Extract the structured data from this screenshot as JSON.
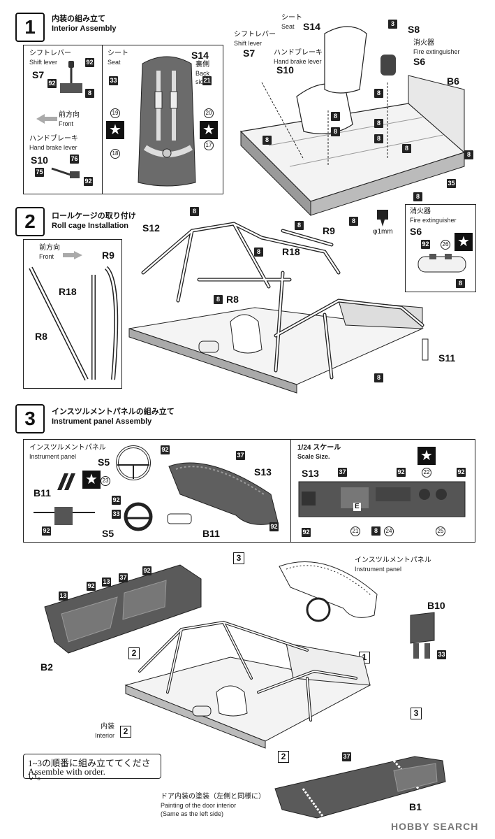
{
  "step1": {
    "number": "1",
    "title_jp": "内装の組み立て",
    "title_en": "Interior Assembly",
    "inset": {
      "shift_lever_jp": "シフトレバー",
      "shift_lever_en": "Shift lever",
      "shift_code": "S7",
      "front_jp": "前方向",
      "front_en": "Front",
      "handbrake_jp": "ハンドブレーキ",
      "handbrake_en": "Hand brake lever",
      "handbrake_code": "S10",
      "seat_jp": "シート",
      "seat_en": "Seat",
      "seat_code": "S14",
      "back_jp": "裏側",
      "back_en": "Back side",
      "badges": [
        "92",
        "92",
        "8",
        "76",
        "75",
        "92",
        "33",
        "21",
        "19",
        "20",
        "17",
        "18"
      ]
    },
    "main": {
      "seat_jp": "シート",
      "seat_en": "Seat",
      "seat_code": "S14",
      "shift_jp": "シフトレバー",
      "shift_en": "Shift lever",
      "shift_code": "S7",
      "hb_jp": "ハンドブレーキ",
      "hb_en": "Hand brake lever",
      "hb_code": "S10",
      "ext_jp": "消火器",
      "ext_en": "Fire extinguisher",
      "ext_code": "S6",
      "s8_code": "S8",
      "s8_badge": "3",
      "b6_code": "B6",
      "badges": [
        "8",
        "8",
        "8",
        "8",
        "8",
        "8",
        "8",
        "8",
        "8",
        "35"
      ],
      "drill": "φ1mm"
    },
    "ext_inset": {
      "jp": "消火器",
      "en": "Fire extinguisher",
      "code": "S6",
      "badges": [
        "92",
        "26",
        "8"
      ]
    }
  },
  "step2": {
    "number": "2",
    "title_jp": "ロールケージの取り付け",
    "title_en": "Roll cage Installation",
    "inset": {
      "front_jp": "前方向",
      "front_en": "Front",
      "r9": "R9",
      "r18": "R18",
      "r8": "R8"
    },
    "main": {
      "s12": "S12",
      "r9": "R9",
      "r18": "R18",
      "r8": "R8",
      "s11": "S11",
      "badges": [
        "8",
        "8",
        "8",
        "8",
        "8"
      ]
    }
  },
  "step3": {
    "number": "3",
    "title_jp": "インスツルメントパネルの組み立て",
    "title_en": "Instrument panel Assembly",
    "left": {
      "panel_jp": "インスツルメントパネル",
      "panel_en": "Instrument panel",
      "s5a": "S5",
      "s5b": "S5",
      "b11a": "B11",
      "b11b": "B11",
      "s13": "S13",
      "badges": [
        "92",
        "37",
        "92",
        "92",
        "92",
        "33"
      ],
      "circle": "23"
    },
    "right": {
      "scale_jp": "1/24 スケール",
      "scale_en": "Scale Size.",
      "s13": "S13",
      "badges": [
        "37",
        "92",
        "92",
        "92",
        "8"
      ],
      "circles": [
        "22",
        "21",
        "24",
        "25"
      ],
      "e_mark": "E"
    }
  },
  "final": {
    "panel_jp": "インスツルメントパネル",
    "panel_en": "Instrument panel",
    "ref3a": "3",
    "ref3b": "3",
    "ref2a": "2",
    "ref2b": "2",
    "ref1": "1",
    "b2": "B2",
    "b1": "B1",
    "b10": "B10",
    "badges_left": [
      "13",
      "92",
      "13",
      "37",
      "92"
    ],
    "badge_b10": "33",
    "badge_b1": "37",
    "interior_jp": "内装",
    "interior_en": "Interior",
    "interior_num": "2",
    "note_jp": "1~3の順番に組み立ててください。",
    "note_en": "Assemble with order.",
    "door_jp": "ドア内装の塗装（左側と同様に）",
    "door_en": "Painting of the door interior",
    "door_en2": "(Same as the left side)",
    "watermark": "HOBBY SEARCH"
  }
}
